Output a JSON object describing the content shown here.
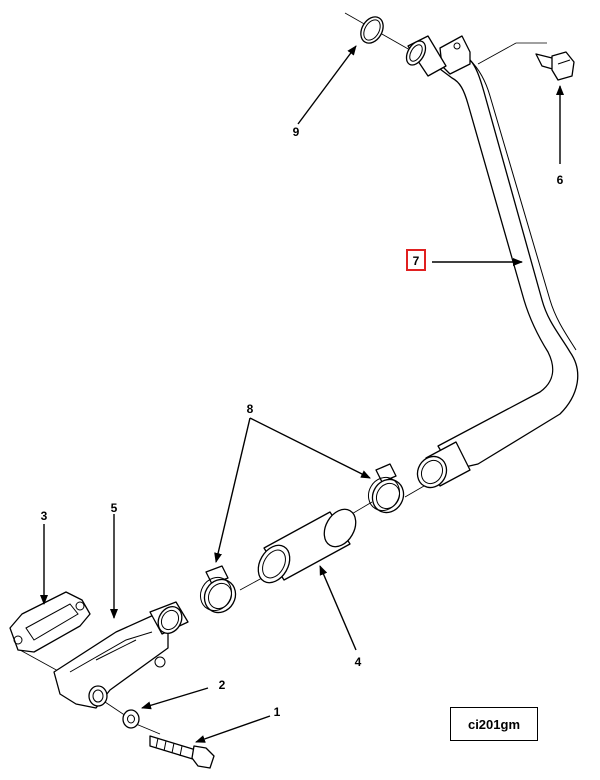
{
  "figure_id": "ci201gm",
  "highlight_color": "#e02020",
  "callouts": {
    "c1": "1",
    "c2": "2",
    "c3": "3",
    "c4": "4",
    "c5": "5",
    "c6": "6",
    "c7": "7",
    "c8": "8",
    "c9": "9"
  },
  "highlighted_callout": "7"
}
